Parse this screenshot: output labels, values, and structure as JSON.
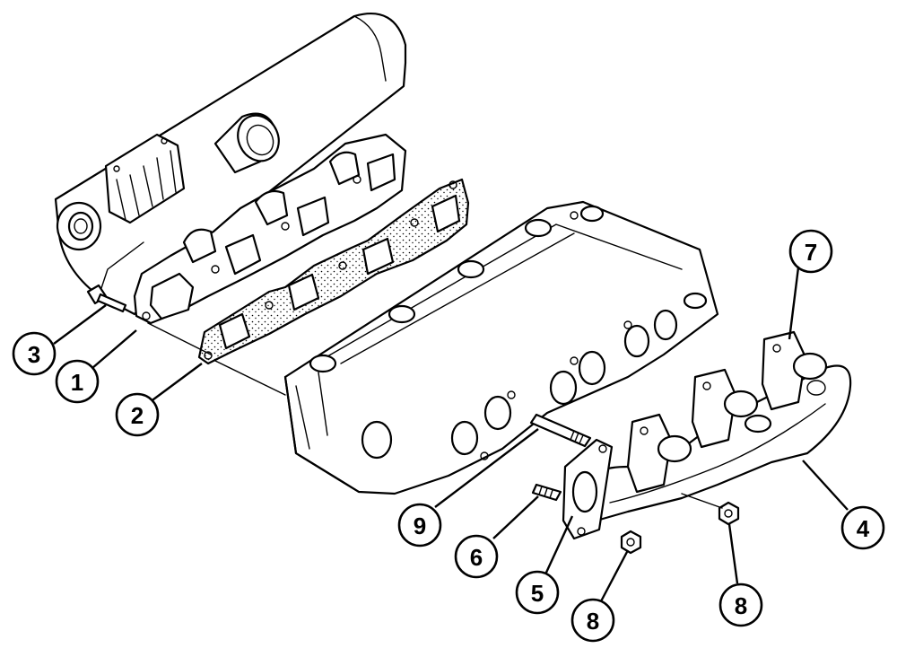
{
  "diagram": {
    "callouts": [
      {
        "id": "callout-1",
        "label": "1"
      },
      {
        "id": "callout-2",
        "label": "2"
      },
      {
        "id": "callout-3",
        "label": "3"
      },
      {
        "id": "callout-4",
        "label": "4"
      },
      {
        "id": "callout-5",
        "label": "5"
      },
      {
        "id": "callout-6",
        "label": "6"
      },
      {
        "id": "callout-7",
        "label": "7"
      },
      {
        "id": "callout-8a",
        "label": "8"
      },
      {
        "id": "callout-8b",
        "label": "8"
      },
      {
        "id": "callout-9",
        "label": "9"
      }
    ]
  }
}
